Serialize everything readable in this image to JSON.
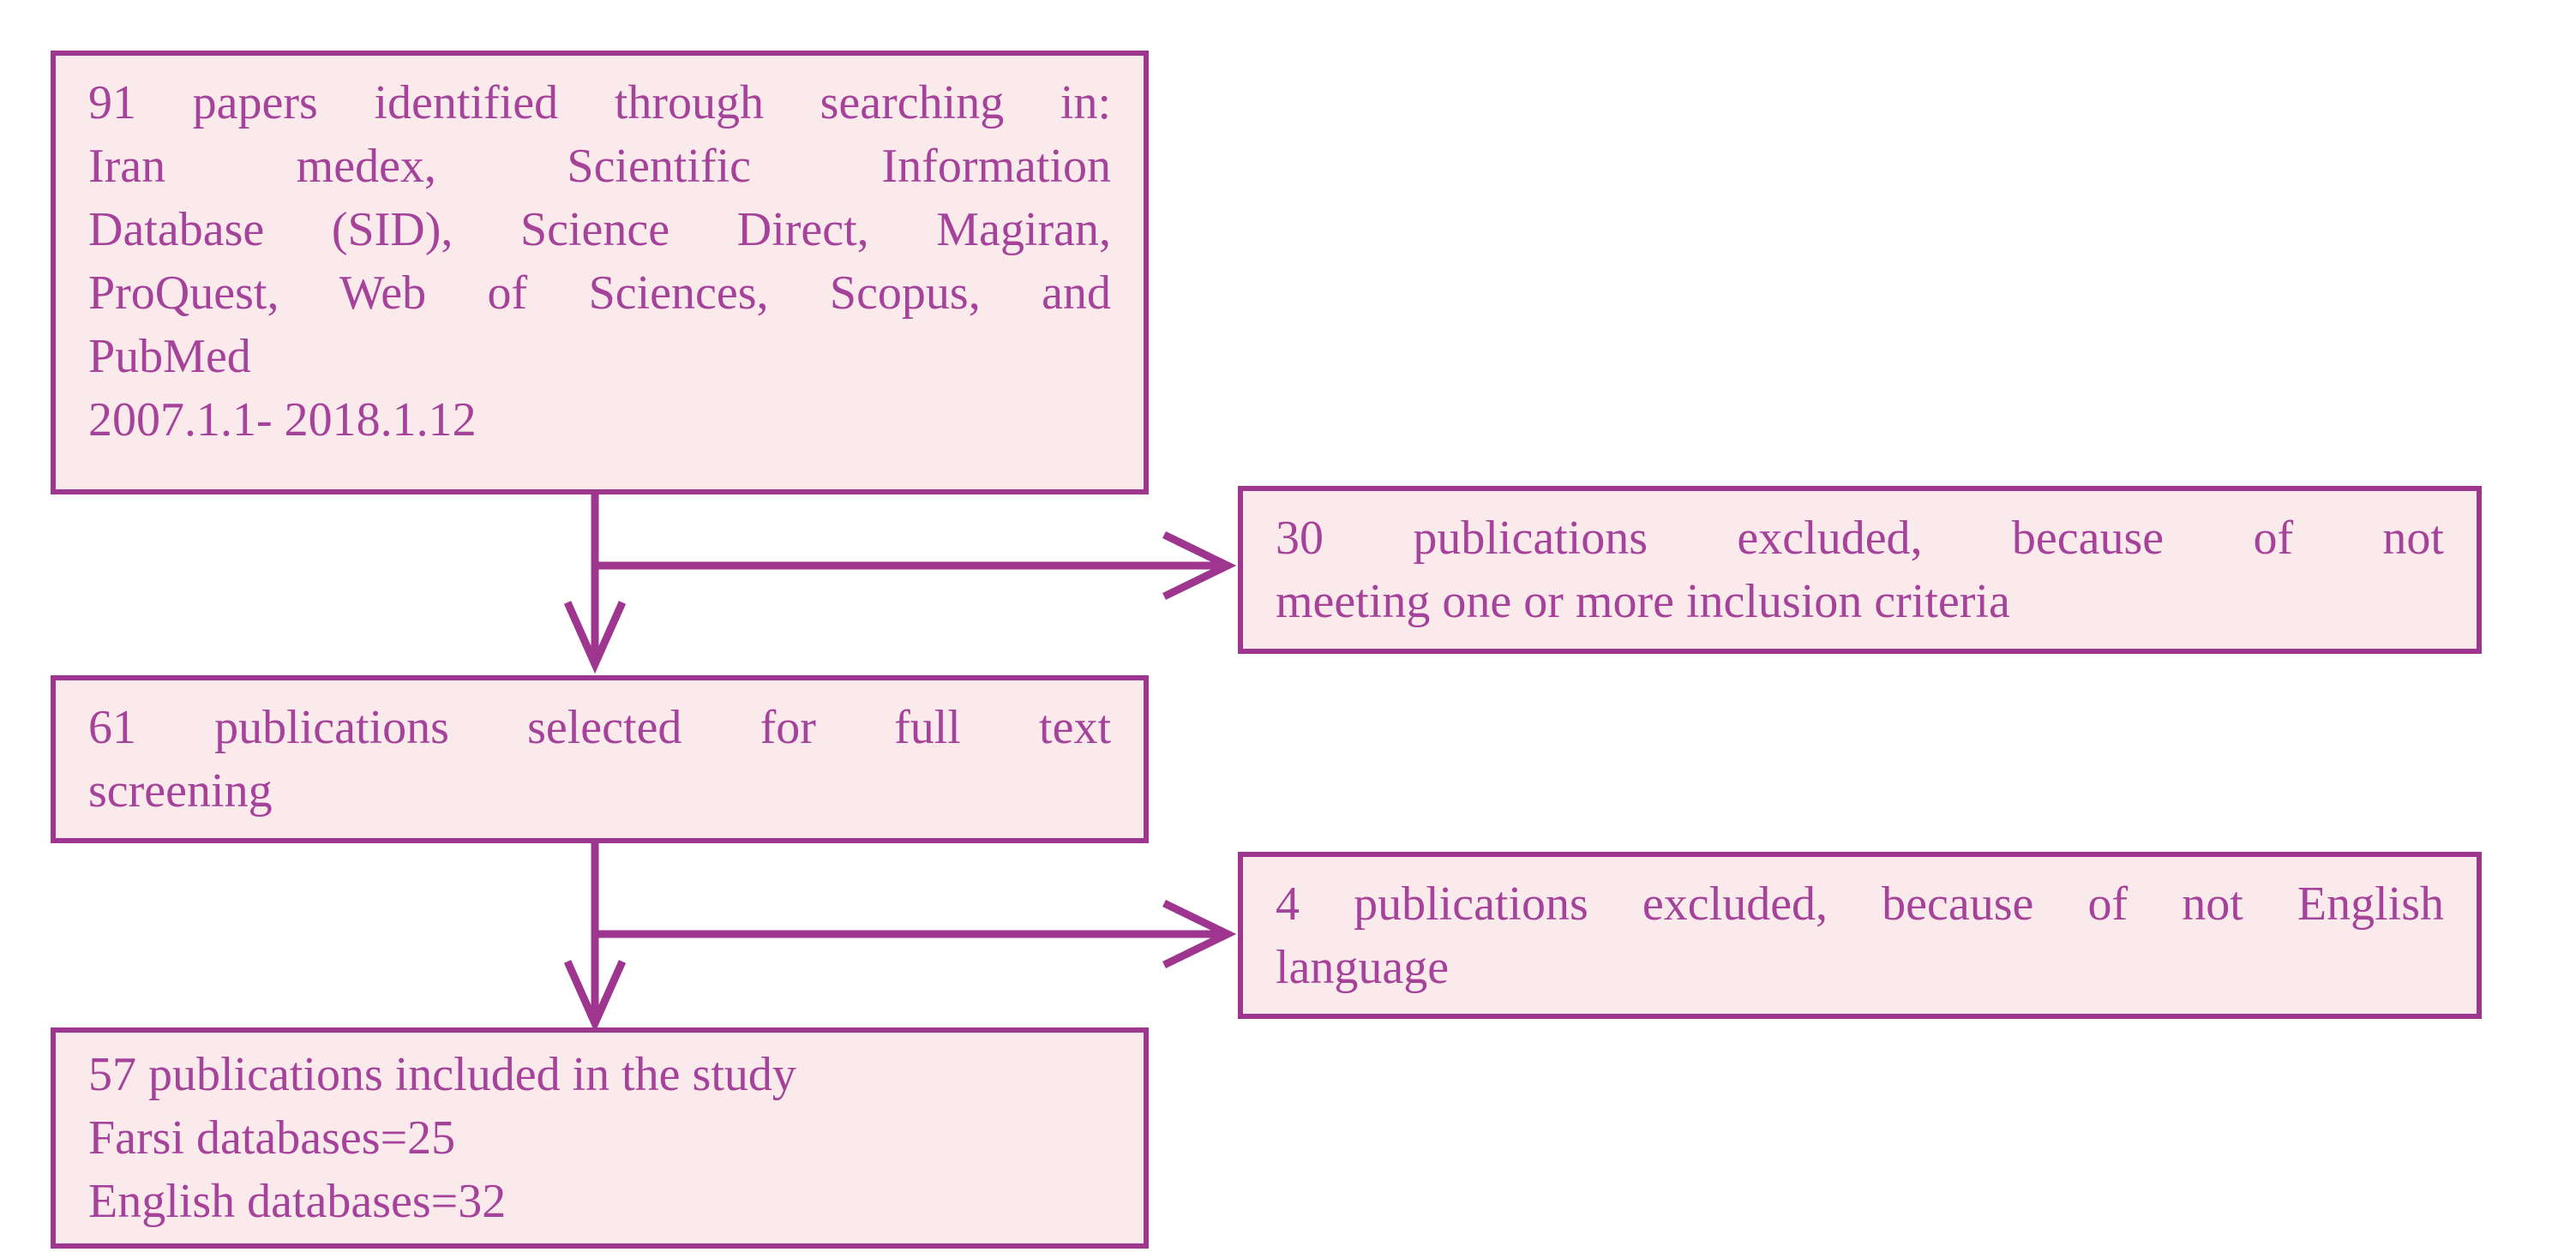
{
  "diagram": {
    "type": "flowchart",
    "nodes": [
      {
        "id": "identified",
        "lines": [
          {
            "text": "91 papers identified through searching in:",
            "j": true
          },
          {
            "text": "Iran medex, Scientific Information",
            "j": true
          },
          {
            "text": "Database (SID), Science Direct, Magiran,",
            "j": true
          },
          {
            "text": "ProQuest, Web of Sciences, Scopus, and",
            "j": true
          },
          {
            "text": "PubMed",
            "j": false
          },
          {
            "text": "2007.1.1- 2018.1.12",
            "j": false
          }
        ]
      },
      {
        "id": "excluded-criteria",
        "lines": [
          {
            "text": "30 publications excluded, because of not",
            "j": true
          },
          {
            "text": "meeting one or more inclusion criteria",
            "j": false
          }
        ]
      },
      {
        "id": "fulltext-screening",
        "lines": [
          {
            "text": "61 publications selected for full text",
            "j": true
          },
          {
            "text": "screening",
            "j": false
          }
        ]
      },
      {
        "id": "excluded-language",
        "lines": [
          {
            "text": "4 publications excluded, because of not English",
            "j": true
          },
          {
            "text": "language",
            "j": false
          }
        ]
      },
      {
        "id": "included",
        "lines": [
          {
            "text": "57 publications included in the study",
            "j": false
          },
          {
            "text": "Farsi databases=25",
            "j": false
          },
          {
            "text": "English databases=32",
            "j": false
          }
        ]
      }
    ],
    "connections": [
      {
        "from": "identified",
        "to": "fulltext-screening",
        "direction": "down"
      },
      {
        "from": "identified",
        "to": "excluded-criteria",
        "direction": "right"
      },
      {
        "from": "fulltext-screening",
        "to": "included",
        "direction": "down"
      },
      {
        "from": "fulltext-screening",
        "to": "excluded-language",
        "direction": "right"
      }
    ]
  },
  "colors": {
    "stroke": "#9e358f",
    "text": "#a5429a",
    "fill": "#fbeaec",
    "background": "#ffffff"
  }
}
